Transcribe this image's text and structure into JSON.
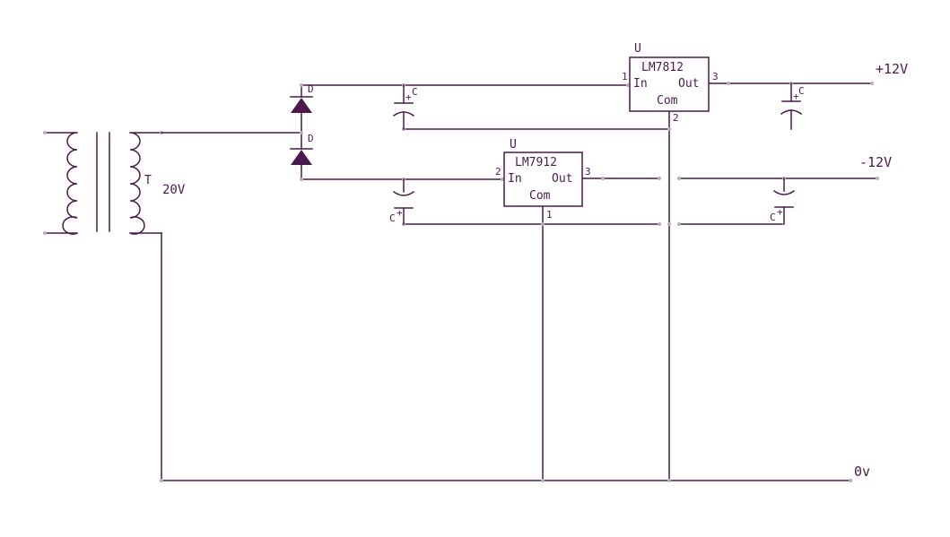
{
  "colors": {
    "wire": "#4a1a4c",
    "background": "#ffffff",
    "junction": "#b0b0b0"
  },
  "transformer": {
    "designator": "T",
    "value": "20V"
  },
  "diodes": [
    {
      "designator": "D"
    },
    {
      "designator": "D"
    }
  ],
  "regulator_pos": {
    "designator": "U",
    "part": "LM7812",
    "pin_in_label": "In",
    "pin_out_label": "Out",
    "pin_com_label": "Com",
    "pin_in_num": "1",
    "pin_out_num": "3",
    "pin_com_num": "2"
  },
  "regulator_neg": {
    "designator": "U",
    "part": "LM7912",
    "pin_in_label": "In",
    "pin_out_label": "Out",
    "pin_com_label": "Com",
    "pin_in_num": "2",
    "pin_out_num": "3",
    "pin_com_num": "1"
  },
  "capacitors": [
    {
      "designator": "C",
      "polarity": "+"
    },
    {
      "designator": "C",
      "polarity": "+"
    },
    {
      "designator": "C",
      "polarity": "+"
    },
    {
      "designator": "C",
      "polarity": "+"
    }
  ],
  "nets": {
    "pos": "+12V",
    "neg": "-12V",
    "gnd": "0v"
  }
}
